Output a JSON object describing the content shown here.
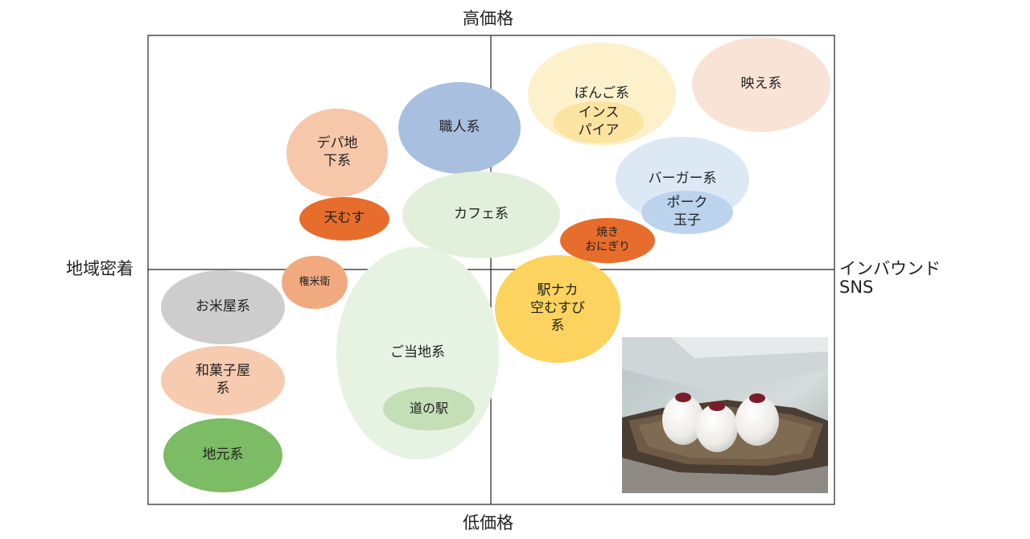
{
  "axes": {
    "top": "高価格",
    "bottom": "低価格",
    "left": "地域密着",
    "right_line1": "インバウンド",
    "right_line2": "SNS"
  },
  "categories": [
    {
      "id": "eigake",
      "label": "映え系",
      "color": "#f9e3d6"
    },
    {
      "id": "bongo",
      "label": "ぼんご系",
      "color": "#fdf1cc"
    },
    {
      "id": "inspire",
      "label": "インス\nパイア",
      "color": "#fbe3a0"
    },
    {
      "id": "shokunin",
      "label": "職人系",
      "color": "#a9bfe0"
    },
    {
      "id": "depachika",
      "label": "デパ地\n下系",
      "color": "#f6c7a8"
    },
    {
      "id": "burger",
      "label": "バーガー系",
      "color": "#dde8f5"
    },
    {
      "id": "pork",
      "label": "ポーク\n玉子",
      "color": "#bcd3ee"
    },
    {
      "id": "cafe",
      "label": "カフェ系",
      "color": "#e2efdb"
    },
    {
      "id": "tenmusu",
      "label": "天むす",
      "color": "#e76d2c"
    },
    {
      "id": "yaki",
      "label": "焼き\nおにぎり",
      "color": "#e76d2c"
    },
    {
      "id": "gonbei",
      "label": "権米衛",
      "color": "#f1aa80"
    },
    {
      "id": "okomeya",
      "label": "お米屋系",
      "color": "#cdcdcd"
    },
    {
      "id": "ekinaka",
      "label": "駅ナカ\n空むすび\n系",
      "color": "#fbd35e"
    },
    {
      "id": "gotouchi",
      "label": "ご当地系",
      "color": "#e6f2e2"
    },
    {
      "id": "michinoeki",
      "label": "道の駅",
      "color": "#c4deb6"
    },
    {
      "id": "wagashi",
      "label": "和菓子屋\n系",
      "color": "#f7cbb0"
    },
    {
      "id": "jimoto",
      "label": "地元系",
      "color": "#7cbc64"
    }
  ],
  "photo": {
    "icon": "onigiri-photo"
  }
}
